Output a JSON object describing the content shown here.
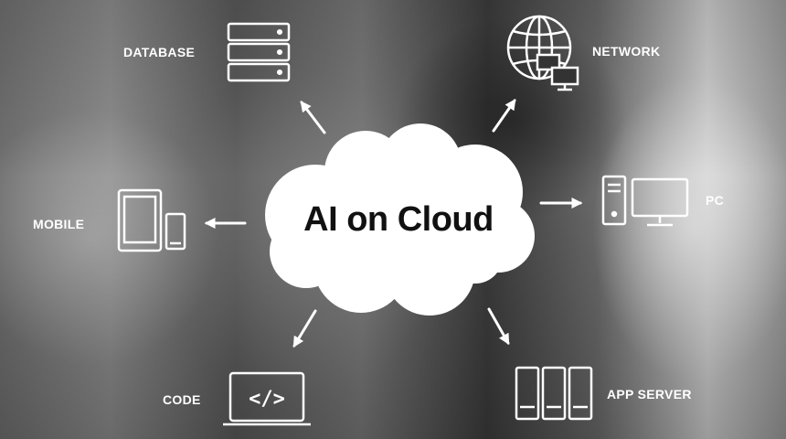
{
  "center": {
    "title": "AI on Cloud"
  },
  "nodes": {
    "database": "DATABASE",
    "network": "NETWORK",
    "pc": "PC",
    "mobile": "MOBILE",
    "code": "CODE",
    "app_server": "APP SERVER"
  },
  "icons": [
    "database-icon",
    "globe-network-icon",
    "desktop-pc-icon",
    "mobile-devices-icon",
    "code-laptop-icon",
    "app-server-icon"
  ],
  "colors": {
    "foreground": "#ffffff",
    "cloud": "#ffffff",
    "title_text": "#111111"
  }
}
